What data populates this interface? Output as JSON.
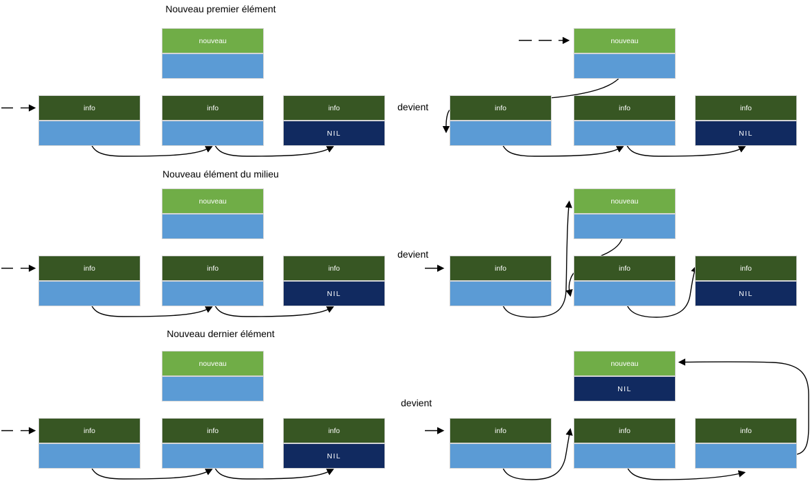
{
  "diagram": {
    "type": "linked-list-insertion-diagram",
    "colors": {
      "new_cell": "#70AD47",
      "info_cell": "#375623",
      "pointer_cell": "#5B9BD5",
      "nil_cell": "#112A60",
      "cell_border": "#D5D5D5",
      "arrow": "#000000",
      "text_dark": "#000000",
      "text_light": "#FFFFFF"
    },
    "labels": {
      "becomes": "devient",
      "new_cell": "nouveau",
      "info_cell": "info",
      "nil_cell": "NIL"
    },
    "sections": [
      {
        "title": "Nouveau premier élément",
        "becomes": "devient",
        "before": {
          "new_node": {
            "top": "nouveau",
            "bottom": ""
          },
          "list": [
            {
              "top": "info",
              "bottom": ""
            },
            {
              "top": "info",
              "bottom": ""
            },
            {
              "top": "info",
              "bottom": "NIL"
            }
          ],
          "links": [
            "head→element1",
            "element1→element2",
            "element2→element3"
          ]
        },
        "after": {
          "new_node": {
            "top": "nouveau",
            "bottom": ""
          },
          "list": [
            {
              "top": "info",
              "bottom": ""
            },
            {
              "top": "info",
              "bottom": ""
            },
            {
              "top": "info",
              "bottom": "NIL"
            }
          ],
          "links": [
            "head→nouveau",
            "nouveau→element1",
            "element1→element2",
            "element2→element3"
          ]
        }
      },
      {
        "title": "Nouveau élément du milieu",
        "becomes": "devient",
        "before": {
          "new_node": {
            "top": "nouveau",
            "bottom": ""
          },
          "list": [
            {
              "top": "info",
              "bottom": ""
            },
            {
              "top": "info",
              "bottom": ""
            },
            {
              "top": "info",
              "bottom": "NIL"
            }
          ],
          "links": [
            "head→element1",
            "element1→element2",
            "element2→element3"
          ]
        },
        "after": {
          "new_node": {
            "top": "nouveau",
            "bottom": ""
          },
          "list": [
            {
              "top": "info",
              "bottom": ""
            },
            {
              "top": "info",
              "bottom": ""
            },
            {
              "top": "info",
              "bottom": "NIL"
            }
          ],
          "links": [
            "head→element1",
            "element1→nouveau",
            "nouveau→element2",
            "element2→element3"
          ]
        }
      },
      {
        "title": "Nouveau dernier élément",
        "becomes": "devient",
        "before": {
          "new_node": {
            "top": "nouveau",
            "bottom": ""
          },
          "list": [
            {
              "top": "info",
              "bottom": ""
            },
            {
              "top": "info",
              "bottom": ""
            },
            {
              "top": "info",
              "bottom": "NIL"
            }
          ],
          "links": [
            "head→element1",
            "element1→element2",
            "element2→element3"
          ]
        },
        "after": {
          "new_node": {
            "top": "nouveau",
            "bottom": "NIL"
          },
          "list": [
            {
              "top": "info",
              "bottom": ""
            },
            {
              "top": "info",
              "bottom": ""
            },
            {
              "top": "info",
              "bottom": ""
            }
          ],
          "links": [
            "head→element1",
            "element1→element2",
            "element2→element3",
            "element3→nouveau"
          ]
        }
      }
    ]
  }
}
